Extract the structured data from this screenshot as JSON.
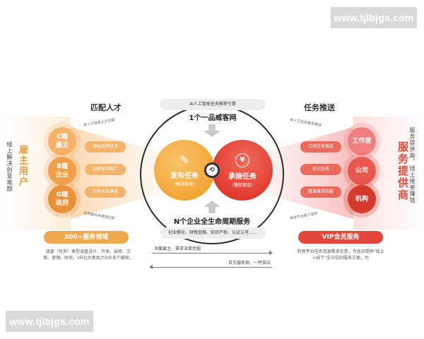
{
  "watermark": {
    "top": "www.tjlbjgs.com",
    "bottom": "www.tjlbjgs.com"
  },
  "left_side": {
    "vertical_small": "线上解决创意难题",
    "vertical_big": "雇主用户",
    "top_label": "匹配人才",
    "bubbles": [
      {
        "line1": "C端",
        "line2": "雇主"
      },
      {
        "line1": "B端",
        "line2": "企业"
      },
      {
        "line1": "G端",
        "line2": "政府"
      }
    ],
    "tags": [
      "商标品牌设计",
      "品牌营销推广",
      "软件开发建设"
    ],
    "fan_note_top": "数十万优质人才匹配",
    "fan_note_bottom": "优质服务商精准匹配",
    "button": "300+服务领域",
    "description": "涵盖（任务）类型涵盖设计、开发、装修、文案、营销、财务、VR七大类共计300多个细项。"
  },
  "right_side": {
    "vertical_big": "服务提供商",
    "vertical_small": "服务提供商，线上接单赚钱",
    "top_label": "任务推送",
    "bubbles": [
      {
        "line1": "工作室",
        "line2": ""
      },
      {
        "line1": "公司",
        "line2": ""
      },
      {
        "line1": "机构",
        "line2": ""
      }
    ],
    "tags": [
      "订阅任务推送",
      "优化任务",
      "精准需求匹配"
    ],
    "fan_note_top": "数十万任务需求推送",
    "fan_note_bottom": "助你专业能力变现",
    "button": "VIP会员服务",
    "description": "利用平台任务资源需求优势，为会员提供\"线上+线下\"全方位的服务方案，为"
  },
  "center": {
    "ai_pill": "AI人工智能任务推荐引擎",
    "top_title": "1个一品威客网",
    "bottom_title": "N个企业全生命周期服务",
    "bottom_pill": "创业孵化、财税金融、知识产权、认证认可……",
    "publish": {
      "icon": "✎",
      "title": "发布任务",
      "sub": "(解决需求)"
    },
    "accept": {
      "icon": "¥",
      "title": "承接任务",
      "sub": "(赚取佣金)"
    },
    "center_symbol": "⟲"
  },
  "flow_notes": {
    "top": "海量雇主、需求深度挖掘",
    "bottom": "百万服务商、一呼百应"
  }
}
